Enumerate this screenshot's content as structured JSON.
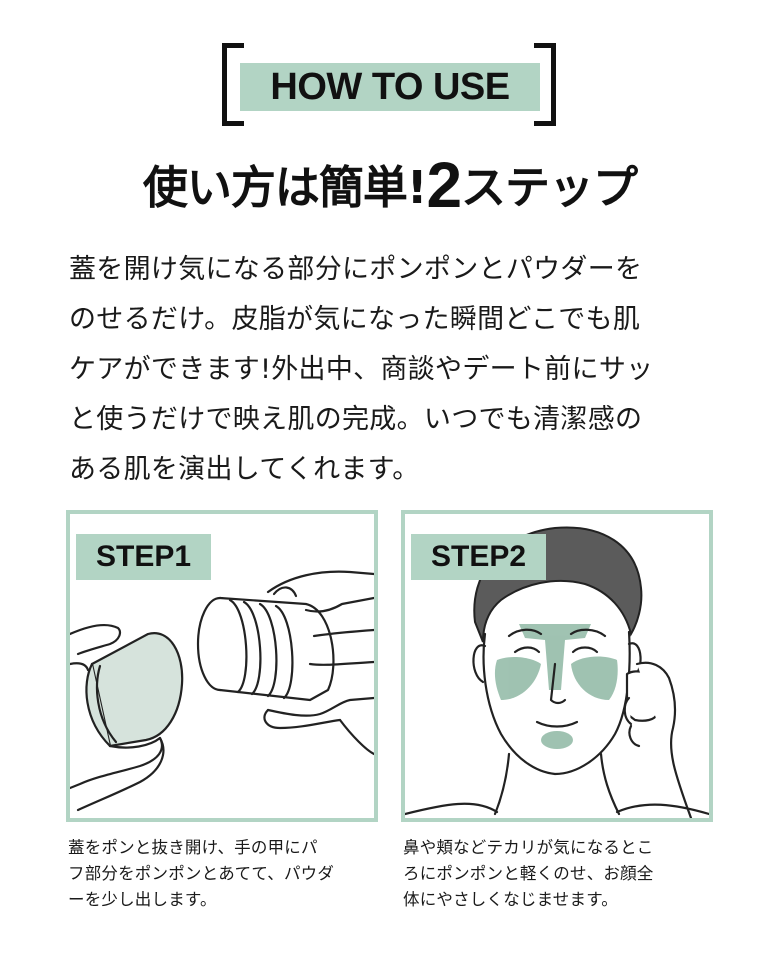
{
  "header": {
    "badge": "HOW TO USE",
    "headline_pre": "使い方は簡単!",
    "headline_num": "2",
    "headline_post": "ステップ"
  },
  "intro": {
    "line1": "蓋を開け気になる部分にポンポンとパウダーを",
    "line2": "のせるだけ。皮脂が気になった瞬間どこでも肌",
    "line3": "ケアができます!外出中、商談やデート前にサッ",
    "line4": "と使うだけで映え肌の完成。いつでも清潔感の",
    "line5": "ある肌を演出してくれます。"
  },
  "steps": [
    {
      "label": "STEP1",
      "caption_line1": "蓋をポンと抜き開け、手の甲にパ",
      "caption_line2": "フ部分をポンポンとあてて、パウダ",
      "caption_line3": "ーを少し出します。"
    },
    {
      "label": "STEP2",
      "caption_line1": "鼻や頬などテカリが気になるとこ",
      "caption_line2": "ろにポンポンと軽くのせ、お顔全",
      "caption_line3": "体にやさしくなじませます。"
    }
  ],
  "colors": {
    "accent": "#b2d4c4",
    "highlight": "#8fb8a4",
    "text": "#111111"
  }
}
